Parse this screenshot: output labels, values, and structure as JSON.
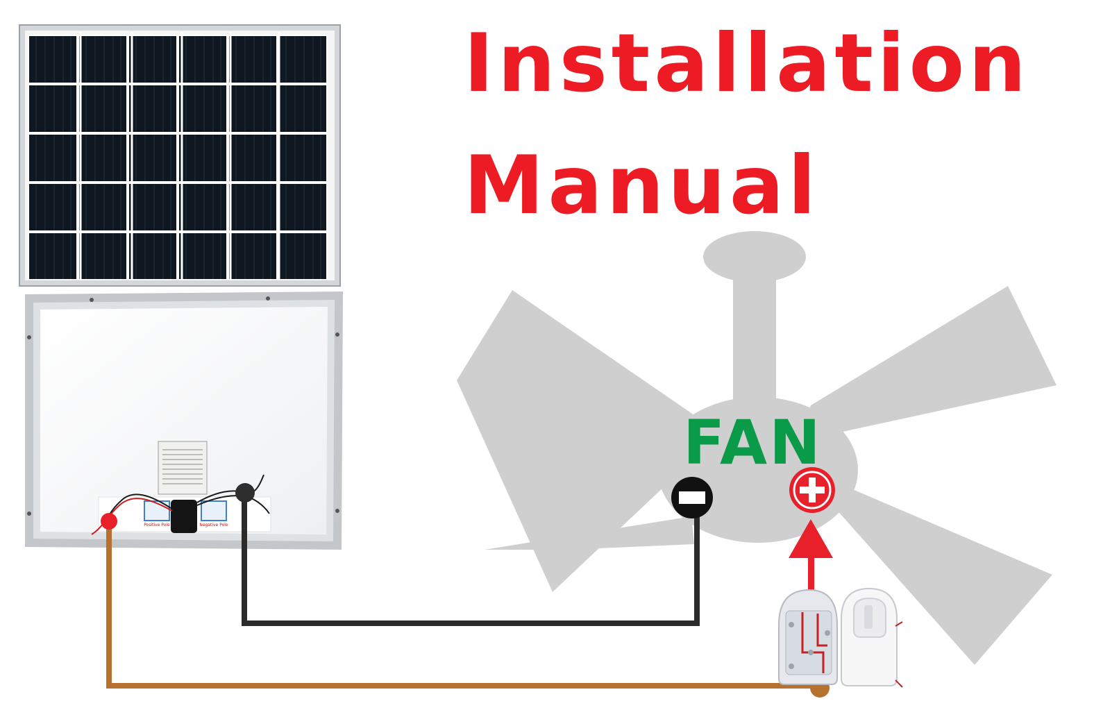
{
  "title": {
    "line1": "Installation",
    "line2": "Manual"
  },
  "fan": {
    "label": "FAN"
  },
  "solar_panel_back": {
    "junction_labels": [
      "Positive Pole",
      "Negative Pole"
    ]
  },
  "terminals": {
    "negative_symbol": "−",
    "positive_symbol": "+"
  },
  "colors": {
    "title_red": "#ed1c24",
    "fan_label_green": "#0a9b48",
    "fan_gray": "#cfcfcf",
    "positive_wire": "#b5712d",
    "negative_wire": "#2b2b2b",
    "positive_terminal": "#e8202a",
    "negative_terminal": "#111111",
    "panel_cell": "#101820",
    "panel_frame": "#c9cccf"
  }
}
